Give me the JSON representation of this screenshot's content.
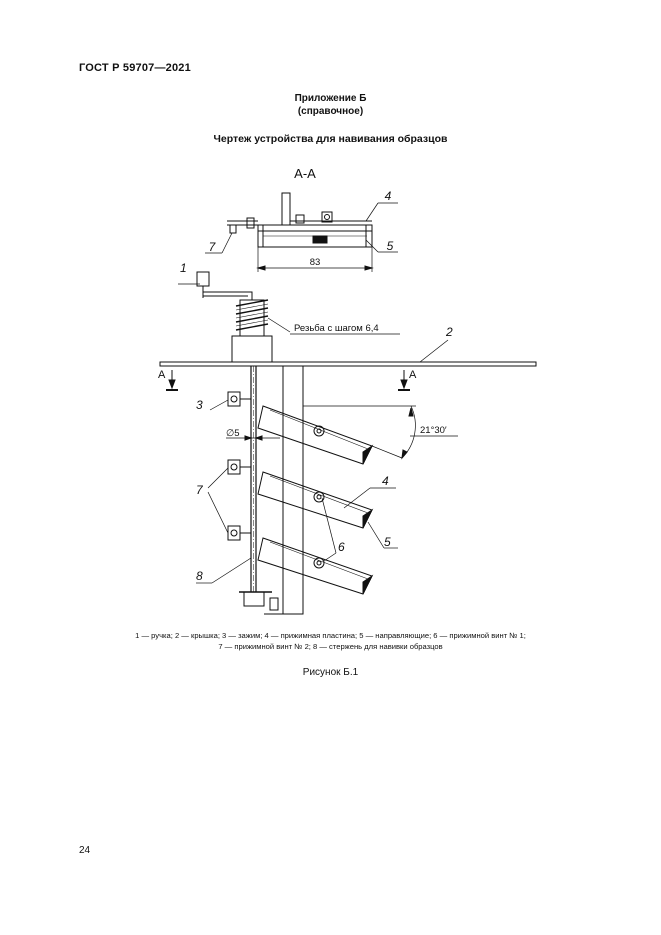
{
  "header": {
    "standard": "ГОСТ Р 59707—2021"
  },
  "appendix": {
    "title": "Приложение Б",
    "note": "(справочное)"
  },
  "figure": {
    "title": "Чертеж устройства для навивания образцов",
    "section_label": "А-А",
    "dimension_width": "83",
    "thread_label": "Резьба с шагом 6,4",
    "cut_marker_left": "А",
    "cut_marker_right": "А",
    "diameter_label": "∅5",
    "angle_label": "21°30′",
    "callouts": {
      "c1": "1",
      "c2": "2",
      "c3": "3",
      "c4_top": "4",
      "c5_top": "5",
      "c7_top": "7",
      "c4": "4",
      "c5": "5",
      "c6": "6",
      "c7": "7",
      "c8": "8"
    },
    "legend_line1": "1 — ручка; 2 — крышка; 3 — зажим; 4 — прижимная пластина; 5 — направляющие; 6 — прижимной винт № 1;",
    "legend_line2": "7 — прижимной винт № 2; 8 — стержень для навивки образцов",
    "caption": "Рисунок Б.1"
  },
  "page": {
    "number": "24"
  }
}
